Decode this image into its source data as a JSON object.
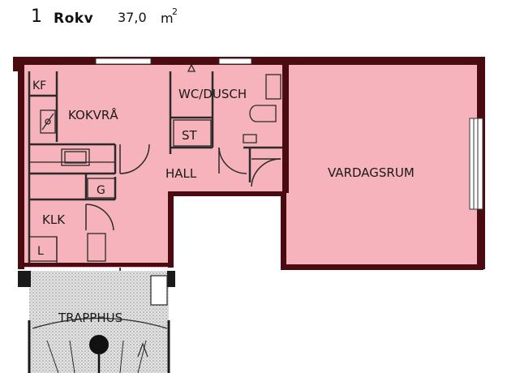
{
  "header": {
    "unit_number": "1",
    "unit_name": "Rokv",
    "area": "37,0",
    "area_unit": "m",
    "area_exponent": "2"
  },
  "rooms": {
    "kf": "KF",
    "kokvra": "KOKVRÅ",
    "wc_dusch": "WC/DUSCH",
    "st": "ST",
    "hall": "HALL",
    "vardagsrum": "VARDAGSRUM",
    "g": "G",
    "klk": "KLK",
    "l": "L",
    "trapphus": "TRAPPHUS"
  },
  "colors": {
    "room_fill": "#f7b3bb",
    "wall": "#4a0c10",
    "line": "#2a2a2a",
    "stair_fill": "#cfcfcf"
  }
}
